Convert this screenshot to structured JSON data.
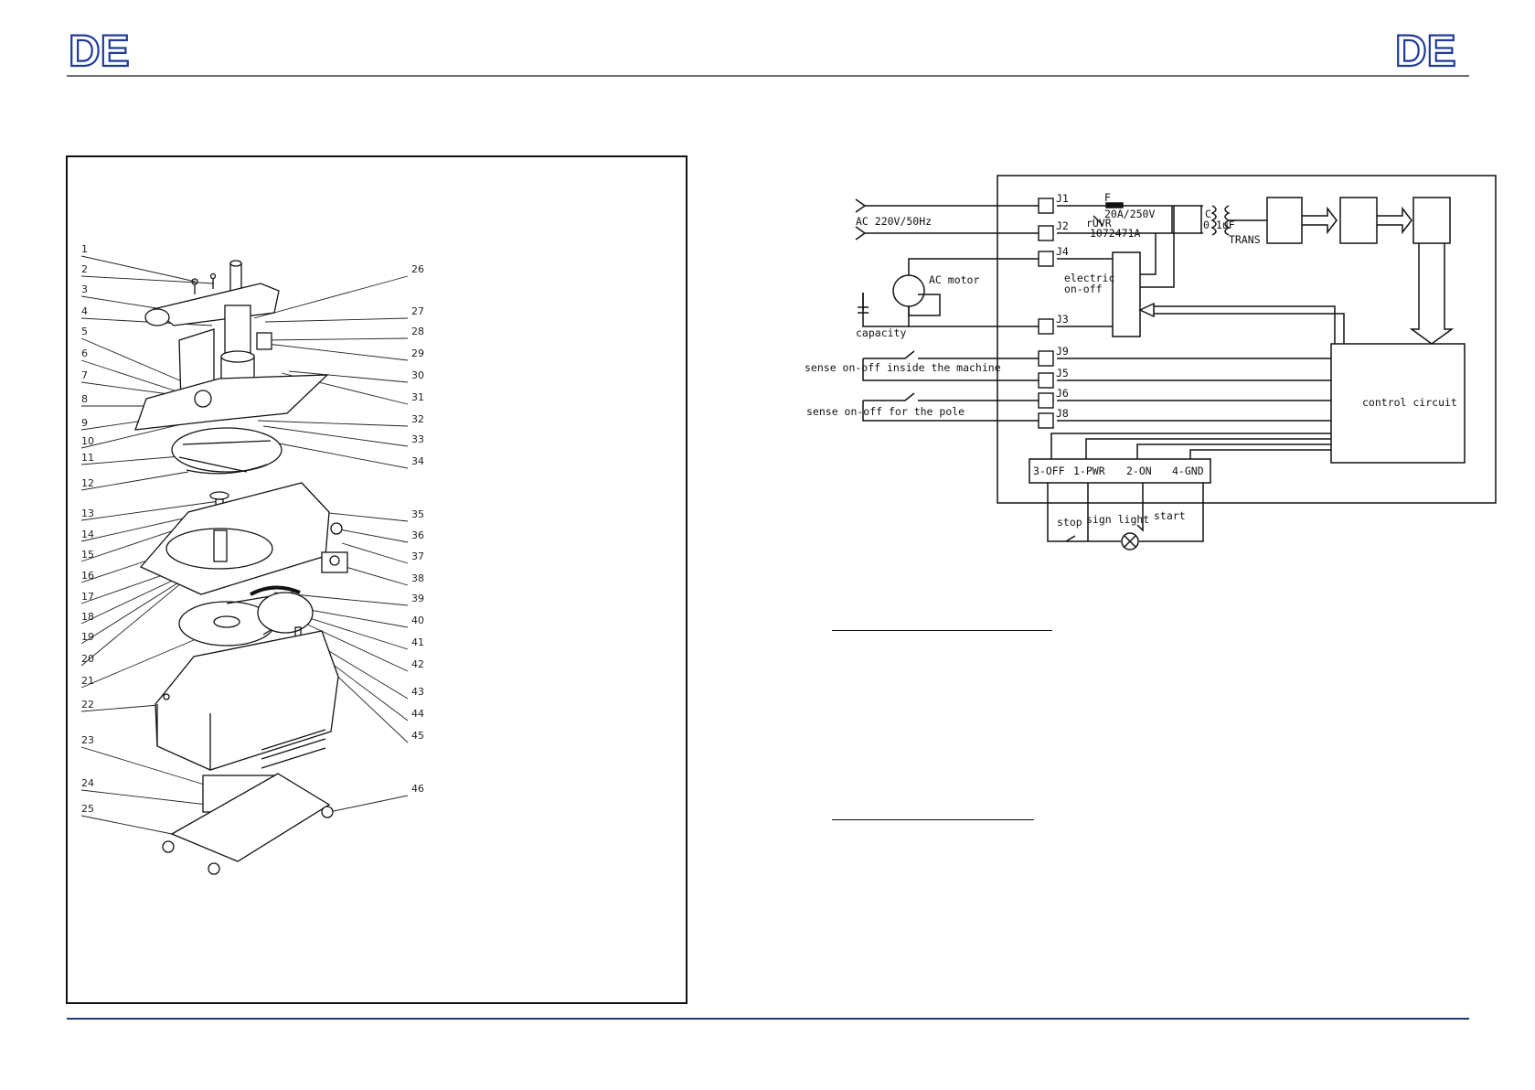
{
  "header": {
    "logo_left": "DE",
    "logo_right": "DE"
  },
  "exploded_view": {
    "part_numbers_left": [
      "1",
      "2",
      "3",
      "4",
      "5",
      "6",
      "7",
      "8",
      "9",
      "10",
      "11",
      "12",
      "13",
      "14",
      "15",
      "16",
      "17",
      "18",
      "19",
      "20",
      "21",
      "22",
      "23",
      "24",
      "25"
    ],
    "part_numbers_right": [
      "26",
      "27",
      "28",
      "29",
      "30",
      "31",
      "32",
      "33",
      "34",
      "35",
      "36",
      "37",
      "38",
      "39",
      "40",
      "41",
      "42",
      "43",
      "44",
      "45",
      "46"
    ]
  },
  "wiring": {
    "ac_input": "AC  220V/50Hz",
    "fuse_label": "F",
    "fuse_rating": "20A/250V",
    "varistor_label": "rUVR",
    "varistor_part": "1072471A",
    "cap_label": "C",
    "cap_value": "0.1uF",
    "transformer_label": "TRANS",
    "motor_label": "AC motor",
    "capacitor_label": "capacity",
    "switch_label_1": "electric",
    "switch_label_2": "on-off",
    "sense_inside": "sense on-off inside the machine",
    "sense_pole": "sense on-off for the pole",
    "control_label": "control circuit",
    "connectors": [
      "J1",
      "J2",
      "J4",
      "J3",
      "J9",
      "J5",
      "J6",
      "J8"
    ],
    "terminal_labels": [
      "3-OFF",
      "1-PWR",
      "2-ON",
      "4-GND"
    ],
    "stop_label": "stop",
    "sign_light_label": "sign light",
    "start_label": "start"
  }
}
